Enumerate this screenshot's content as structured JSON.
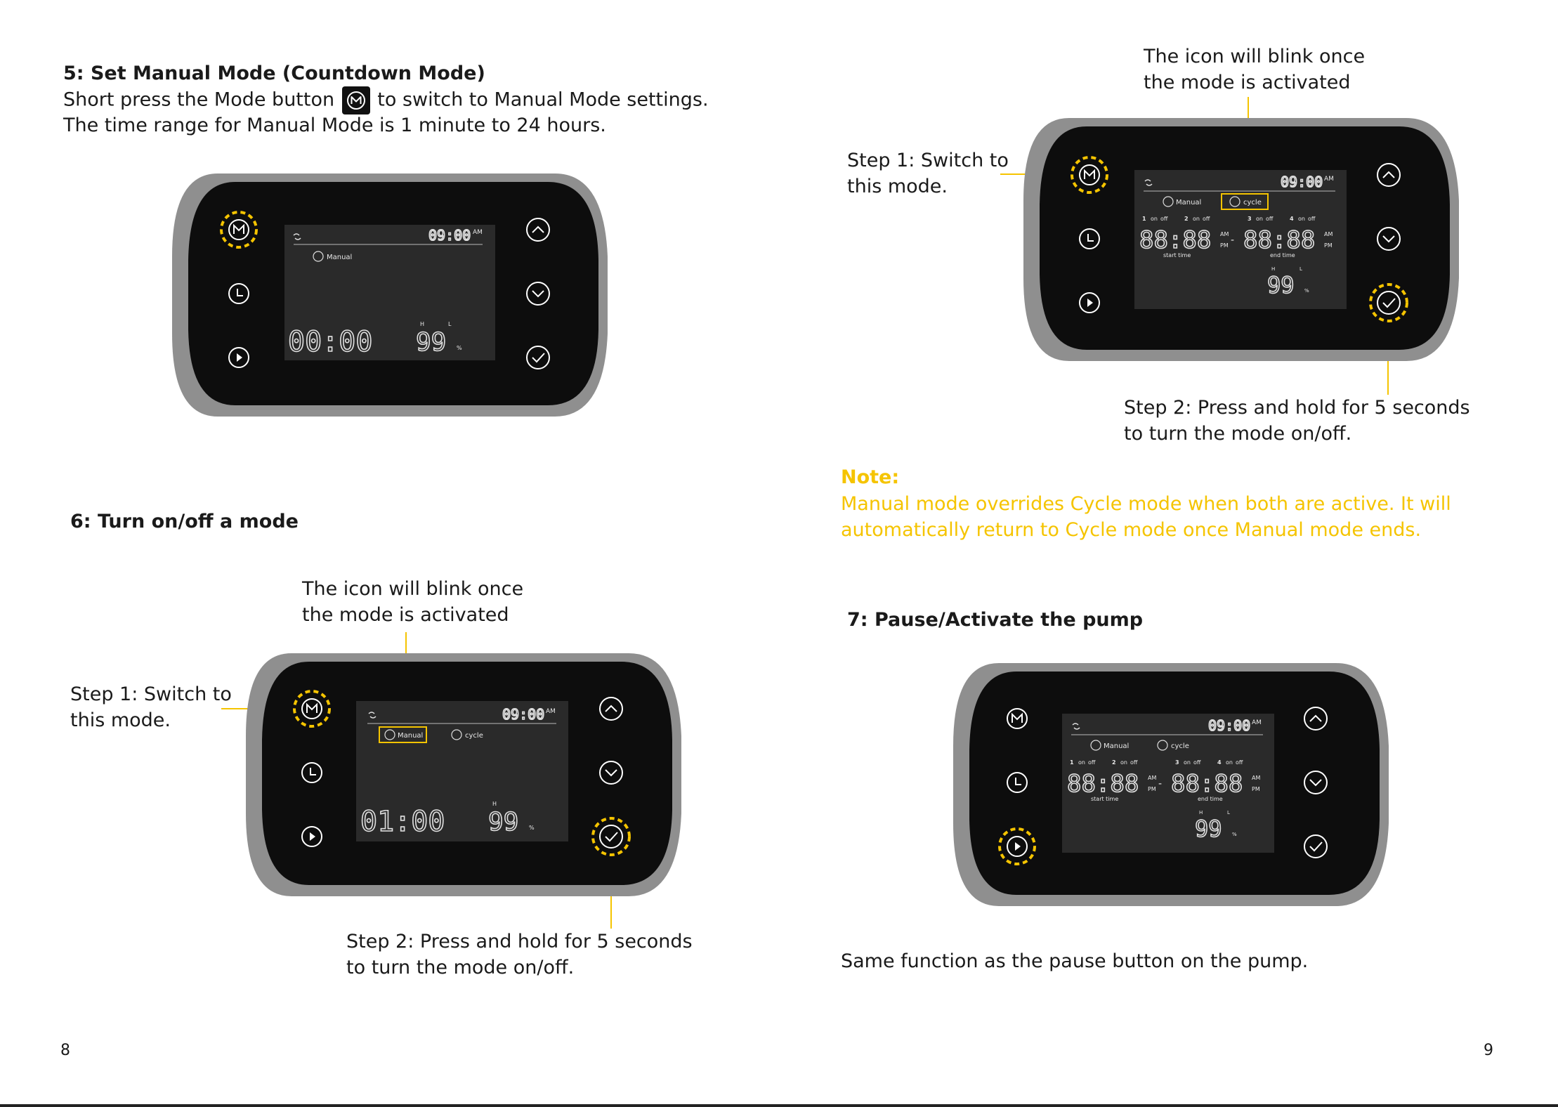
{
  "left": {
    "section5": {
      "heading": "5: Set Manual Mode (Countdown Mode)",
      "line1_a": "Short press the Mode button",
      "line1_b": "to switch to Manual Mode settings.",
      "line2": "The time range for Manual Mode is 1 minute to 24 hours.",
      "display": {
        "time": "09:00",
        "ampm": "AM",
        "manual": "Manual",
        "countdown": "00:00",
        "h": "H",
        "l": "L",
        "pct": "99",
        "pct_unit": "%"
      }
    },
    "section6": {
      "heading": "6: Turn on/off a mode",
      "blink1": "The icon will blink once",
      "blink2": "the mode is activated",
      "step1a": "Step 1: Switch to",
      "step1b": "this mode.",
      "step2a": "Step 2: Press and hold for 5 seconds",
      "step2b": "to turn the mode on/off.",
      "display": {
        "time": "09:00",
        "ampm": "AM",
        "manual": "Manual",
        "cycle": "cycle",
        "countdown": "01:00",
        "h": "H",
        "pct": "99",
        "pct_unit": "%"
      }
    },
    "page_number": "8"
  },
  "right": {
    "top": {
      "blink1": "The icon will blink once",
      "blink2": "the mode is activated",
      "step1a": "Step 1: Switch to",
      "step1b": "this mode.",
      "step2a": "Step 2: Press and hold for 5 seconds",
      "step2b": "to turn the mode on/off.",
      "display": {
        "time": "09:00",
        "ampm": "AM",
        "manual": "Manual",
        "cycle": "cycle",
        "slots": [
          "1",
          "2",
          "3",
          "4"
        ],
        "on": "on",
        "off": "off",
        "start": "88:88",
        "end": "88:88",
        "am": "AM",
        "pm": "PM",
        "start_label": "start time",
        "end_label": "end time",
        "h": "H",
        "l": "L",
        "pct": "99",
        "pct_unit": "%"
      }
    },
    "note": {
      "title": "Note:",
      "line1": "Manual mode overrides Cycle mode when both are active. It will",
      "line2": "automatically return to Cycle mode once Manual mode ends."
    },
    "section7": {
      "heading": "7: Pause/Activate the pump",
      "caption": "Same function as the pause button on the pump.",
      "display": {
        "time": "09:00",
        "ampm": "AM",
        "manual": "Manual",
        "cycle": "cycle",
        "slots": [
          "1",
          "2",
          "3",
          "4"
        ],
        "on": "on",
        "off": "off",
        "start": "88:88",
        "end": "88:88",
        "am": "AM",
        "pm": "PM",
        "start_label": "start time",
        "end_label": "end time",
        "h": "H",
        "l": "L",
        "pct": "99",
        "pct_unit": "%"
      }
    },
    "page_number": "9"
  },
  "colors": {
    "accent": "#f5c400",
    "device_outer": "#8f8f8f",
    "device_inner": "#0d0d0d",
    "lcd": "#2a2a2a"
  }
}
